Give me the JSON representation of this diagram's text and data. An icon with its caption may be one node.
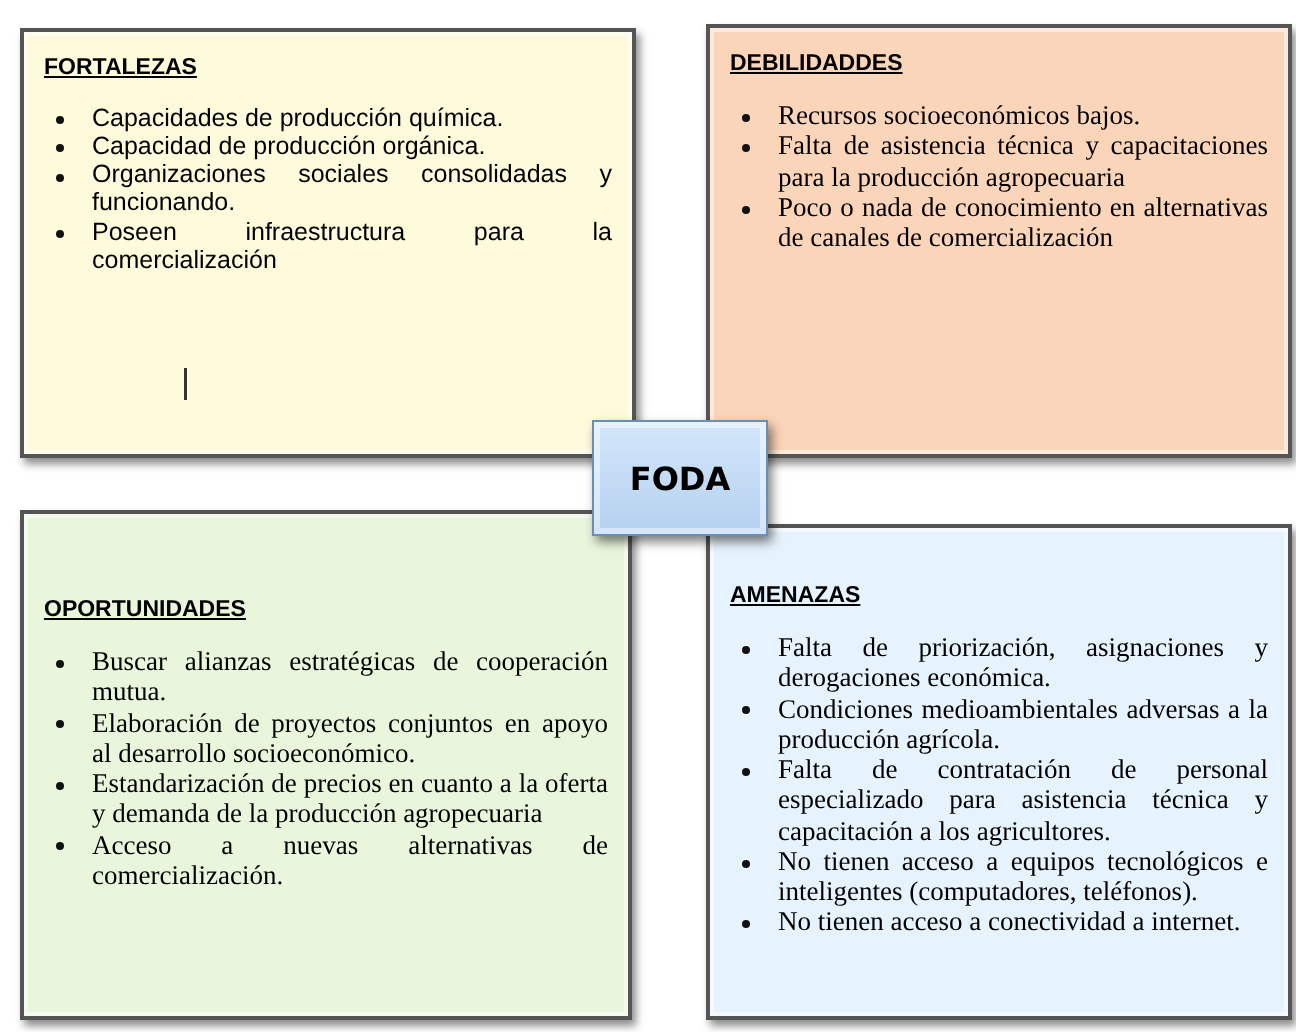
{
  "diagram": {
    "nodes": [
      {
        "text": [
          "FORTALEZAS",
          "Capacidades de producción química.",
          "Capacidad de producción orgánica.",
          "Organizaciones sociales consolidadas y funcionando.",
          "Poseen infraestructura para la comercialización"
        ]
      },
      {
        "text": [
          "DEBILIDADDES",
          "Recursos socioeconómicos bajos.",
          "Falta de asistencia técnica y capacitaciones para la producción agropecuaria",
          "Poco o nada de conocimiento en alternativas de canales de comercialización"
        ]
      },
      {
        "text": [
          "FODA"
        ]
      },
      {
        "text": [
          "OPORTUNIDADES",
          "Buscar alianzas estratégicas de cooperación mutua.",
          "Elaboración de proyectos conjuntos en apoyo al desarrollo socioeconómico.",
          "Estandarización de precios en cuanto a la oferta y demanda de la producción agropecuaria",
          "Acceso a nuevas alternativas de comercialización."
        ]
      },
      {
        "text": [
          "AMENAZAS",
          "Falta de priorización, asignaciones y derogaciones económica.",
          "Condiciones medioambientales adversas a la producción agrícola.",
          "Falta de contratación de personal especializado para asistencia técnica y capacitación a los agricultores.",
          "No tienen acceso a equipos tecnológicos e inteligentes (computadores, teléfonos).",
          "No tienen acceso a conectividad a internet."
        ]
      }
    ]
  }
}
